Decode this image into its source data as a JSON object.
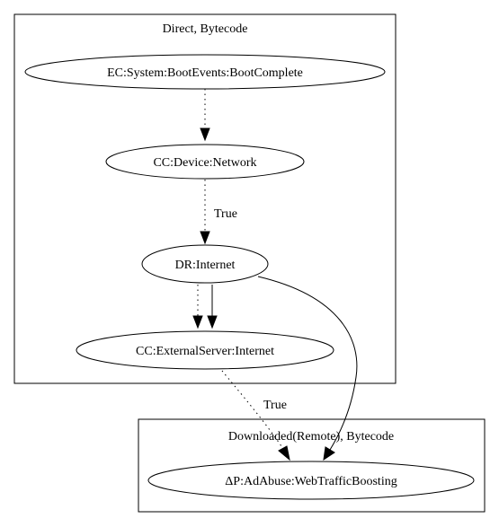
{
  "clusters": {
    "direct": {
      "label": "Direct, Bytecode"
    },
    "downloaded": {
      "label": "Downloaded(Remote), Bytecode"
    }
  },
  "nodes": {
    "boot_complete": {
      "label": "EC:System:BootEvents:BootComplete"
    },
    "device_network": {
      "label": "CC:Device:Network"
    },
    "dr_internet": {
      "label": "DR:Internet"
    },
    "external_server": {
      "label": "CC:ExternalServer:Internet"
    },
    "web_traffic": {
      "label": "ΔP:AdAbuse:WebTrafficBoosting"
    }
  },
  "edges": {
    "network_to_internet": {
      "label": "True"
    },
    "external_to_web": {
      "label": "True"
    }
  }
}
